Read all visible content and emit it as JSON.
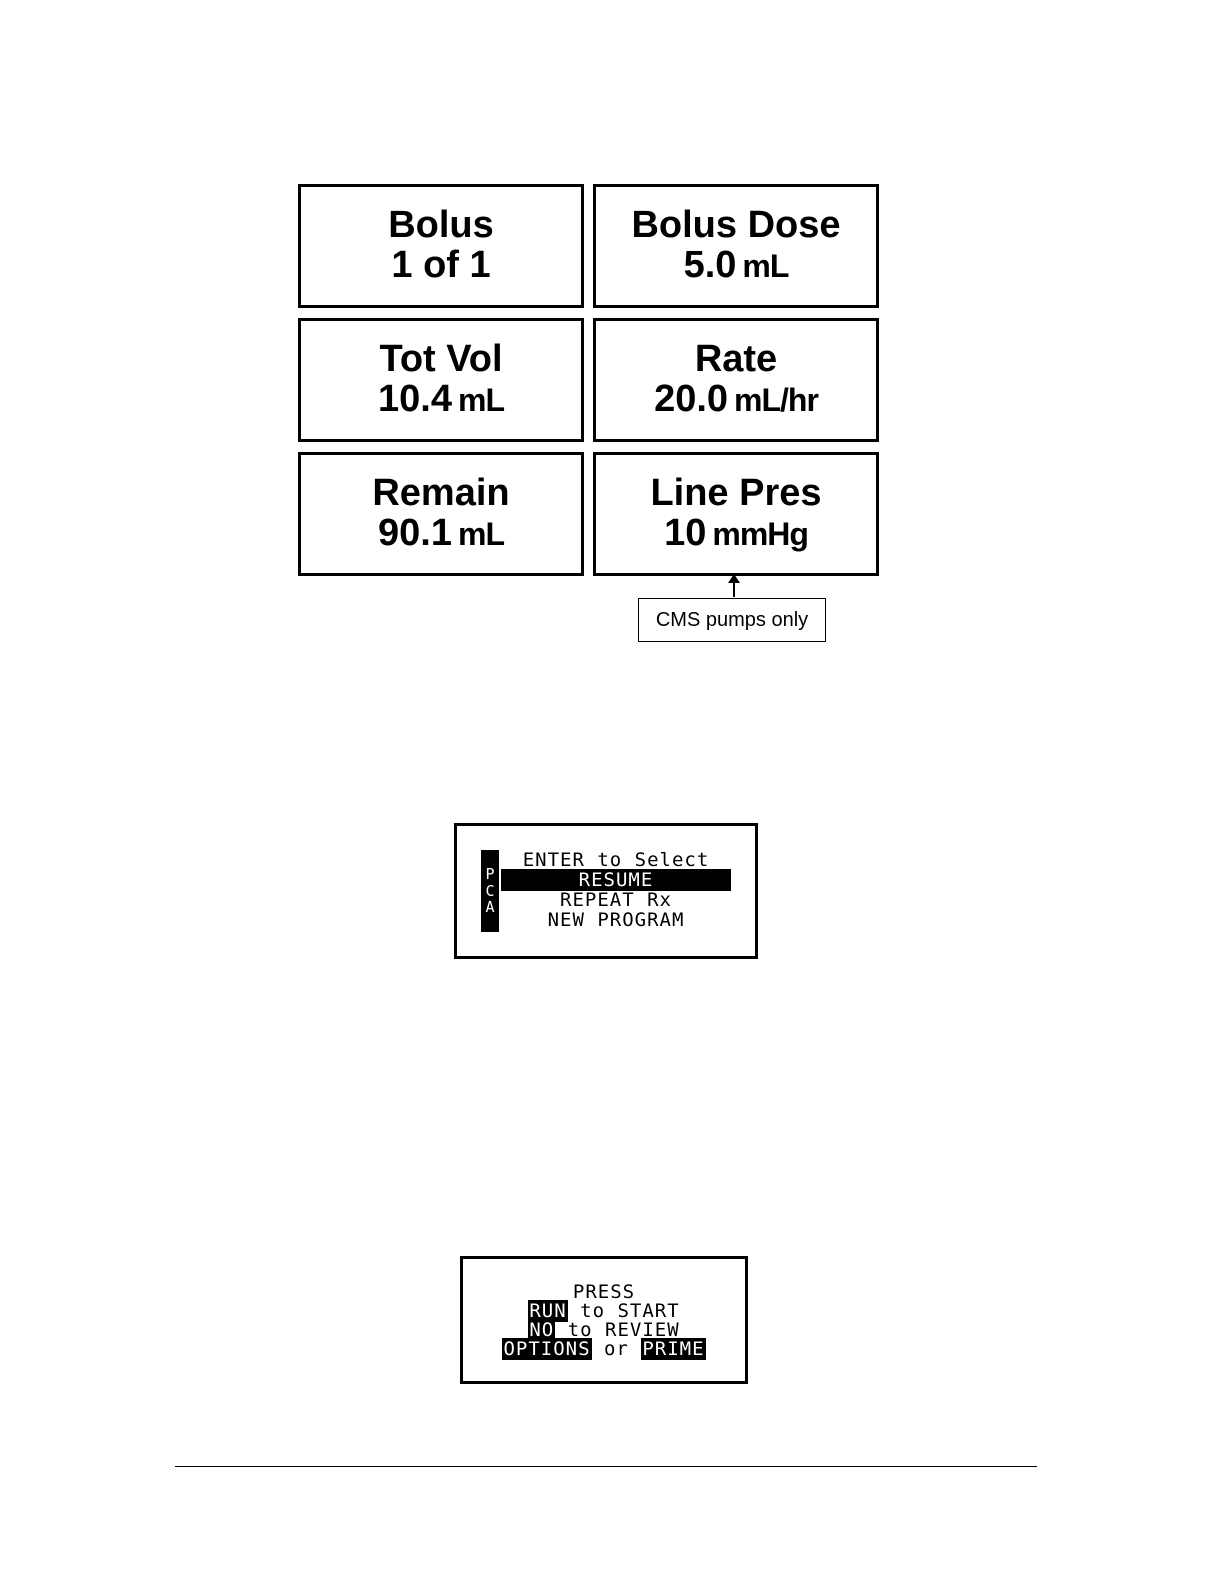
{
  "cells": [
    {
      "label": "Bolus",
      "value": "1 of 1",
      "unit": ""
    },
    {
      "label": "Bolus Dose",
      "value": "5.0",
      "unit": "mL"
    },
    {
      "label": "Tot Vol",
      "value": "10.4",
      "unit": "mL"
    },
    {
      "label": "Rate",
      "value": "20.0",
      "unit": "mL/hr"
    },
    {
      "label": "Remain",
      "value": "90.1",
      "unit": "mL"
    },
    {
      "label": "Line Pres",
      "value": "10",
      "unit": "mmHg"
    }
  ],
  "callout": "CMS pumps only",
  "menu": {
    "side_label": [
      "P",
      "C",
      "A"
    ],
    "title": "ENTER to Select",
    "selected": "RESUME",
    "option2": "REPEAT Rx",
    "option3": "NEW PROGRAM"
  },
  "start": {
    "line1": "PRESS",
    "run_key": "RUN",
    "run_text": " to START",
    "no_key": "NO",
    "no_text": " to REVIEW",
    "options_key": "OPTIONS",
    "or_text": " or ",
    "prime_key": "PRIME"
  }
}
